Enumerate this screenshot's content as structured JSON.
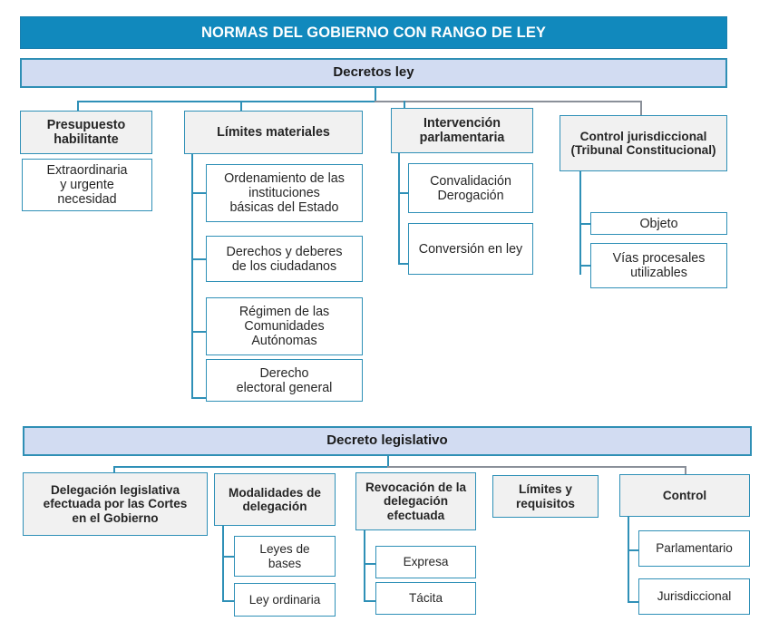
{
  "title": "NORMAS DEL GOBIERNO CON RANGO DE LEY",
  "colors": {
    "banner_bg": "#1189bd",
    "bar_bg": "#d2dcf2",
    "node_bg": "#f1f1f1",
    "leaf_bg": "#ffffff",
    "line": "#2f90b7",
    "line_grey": "#8a9099",
    "text": "#262626"
  },
  "sections": [
    {
      "id": "decretos-ley",
      "bar_label": "Decretos ley",
      "branches": [
        {
          "id": "presupuesto-habilitante",
          "header": "Presupuesto\nhabilitante",
          "children": [
            "Extraordinaria\ny urgente\nnecesidad"
          ]
        },
        {
          "id": "limites-materiales",
          "header": "Límites materiales",
          "children": [
            "Ordenamiento de las\ninstituciones\nbásicas del Estado",
            "Derechos y deberes\nde los ciudadanos",
            "Régimen de las\nComunidades\nAutónomas",
            "Derecho\nelectoral general"
          ]
        },
        {
          "id": "intervencion-parlamentaria",
          "header": "Intervención\nparlamentaria",
          "children": [
            "Convalidación\nDerogación",
            "Conversión en ley"
          ]
        },
        {
          "id": "control-jurisdiccional",
          "header": "Control jurisdiccional\n(Tribunal Constitucional)",
          "children": [
            "Objeto",
            "Vías procesales\nutilizables"
          ]
        }
      ]
    },
    {
      "id": "decreto-legislativo",
      "bar_label": "Decreto legislativo",
      "branches": [
        {
          "id": "delegacion-legislativa",
          "header": "Delegación legislativa\nefectuada por las Cortes\nen el Gobierno",
          "children": []
        },
        {
          "id": "modalidades-de-delegacion",
          "header": "Modalidades de\ndelegación",
          "children": [
            "Leyes de\nbases",
            "Ley ordinaria"
          ]
        },
        {
          "id": "revocacion-de-la-delegacion",
          "header": "Revocación de la\ndelegación\nefectuada",
          "children": [
            "Expresa",
            "Tácita"
          ]
        },
        {
          "id": "limites-y-requisitos",
          "header": "Límites y\nrequisitos",
          "children": []
        },
        {
          "id": "control",
          "header": "Control",
          "children": [
            "Parlamentario",
            "Jurisdiccional"
          ]
        }
      ]
    }
  ]
}
